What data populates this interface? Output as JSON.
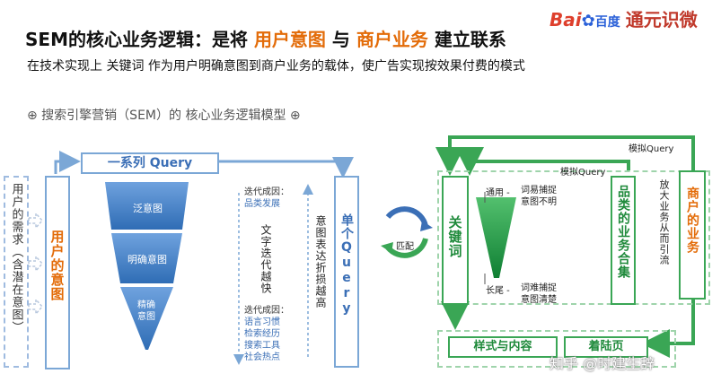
{
  "header": {
    "title_prefix": "SEM的核心业务逻辑：是将",
    "title_user": "用户意图",
    "title_and": "与",
    "title_merchant": "商户业务",
    "title_suffix": "建立联系",
    "subtitle": "在技术实现上 关键词 作为用户明确意图到商户业务的载体，使广告实现按效果付费的模式"
  },
  "brand": {
    "bai": "Bai",
    "paw": "✿",
    "du": "百度",
    "name": "通元识微"
  },
  "model_title": "⊕  搜索引擎营销（SEM）的 核心业务逻辑模型  ⊕",
  "left": {
    "needs": "用户的需求（含潜在意图）",
    "intent_box": "用户的意图",
    "query_series": "一系列 Query",
    "funnel": [
      "泛意图",
      "明确意图",
      "精确意图"
    ],
    "iteration_title": "文字迭代越快",
    "cause1_label": "迭代成因：",
    "cause1_items": [
      "品类发展"
    ],
    "cause2_label": "迭代成因：",
    "cause2_items": [
      "语言习惯",
      "检索经历",
      "搜索工具",
      "社会热点"
    ],
    "loss_text": "意图表达折损越高",
    "single_query": "单个Query",
    "match": "匹配"
  },
  "right": {
    "keyword": "关键词",
    "general_tag": "通用 -",
    "general_text": [
      "词易捕捉",
      "意图不明"
    ],
    "longtail_tag": "长尾 -",
    "longtail_text": [
      "词难捕捉",
      "意图清楚"
    ],
    "simulate1": "模拟Query",
    "simulate2": "模拟Query",
    "category": "品类的业务合集",
    "amplify": "放大业务从而引流",
    "merchant": "商户的业务",
    "style_content": "样式与内容",
    "landing": "着陆页"
  },
  "watermark": "知乎 @时建生辞",
  "colors": {
    "orange": "#e36c09",
    "blue": "#3b6fb6",
    "green": "#3aa655",
    "funnel_blue": "#3a78c2",
    "funnel_green": "#1e9a42"
  }
}
